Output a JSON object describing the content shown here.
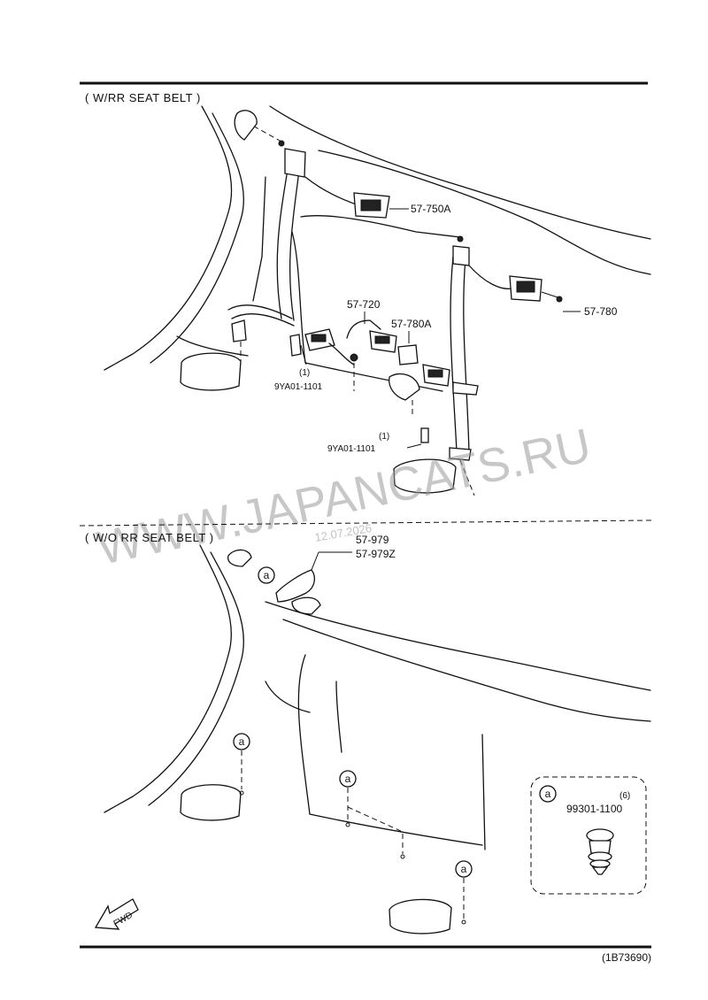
{
  "sections": {
    "with_belt_title": "( W/RR SEAT BELT )",
    "without_belt_title": "( W/O RR SEAT BELT )"
  },
  "parts": {
    "p_57_750a": "57-750A",
    "p_57_780": "57-780",
    "p_57_720": "57-720",
    "p_57_780a": "57-780A",
    "bolt_left_qty": "(1)",
    "bolt_left_code": "9YA01-1101",
    "bolt_right_qty": "(1)",
    "bolt_right_code": "9YA01-1101",
    "p_57_979": "57-979",
    "p_57_979z": "57-979Z"
  },
  "clip": {
    "callout_letter": "a",
    "qty": "(6)",
    "code": "99301-1100"
  },
  "direction": "FWD",
  "diagram_code": "(1B73690)",
  "watermark": {
    "text": "WWW.JAPANCATS.RU",
    "date": "12.07.2026"
  }
}
